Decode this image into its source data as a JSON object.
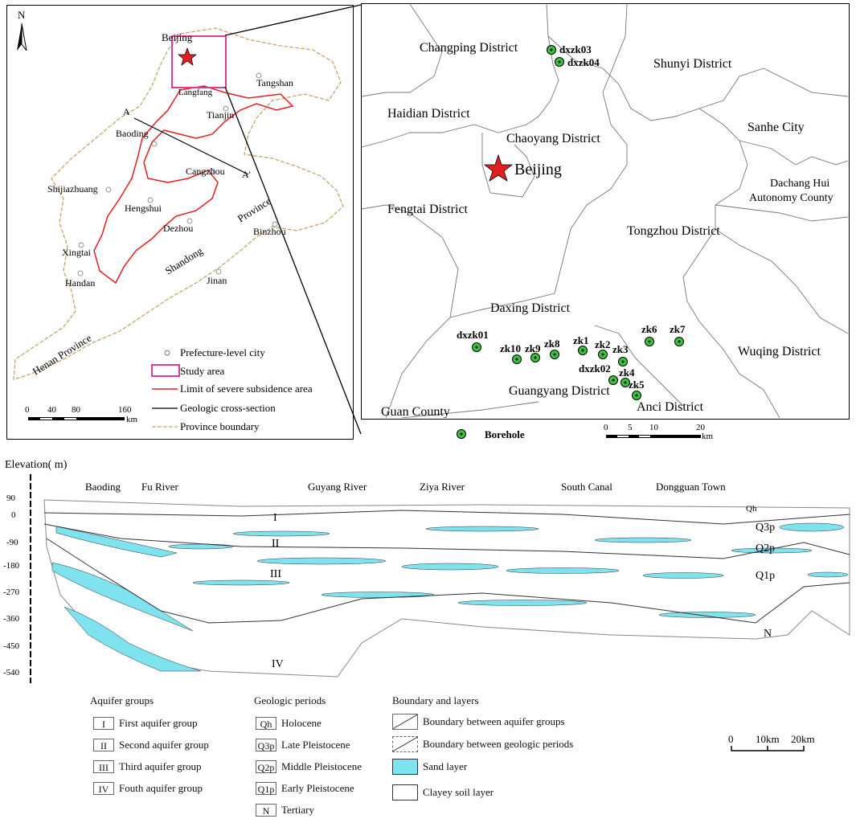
{
  "north": "N",
  "left_map": {
    "cities": [
      "Beijing",
      "Langfang",
      "Tangshan",
      "Tianjin",
      "Baoding",
      "Cangzhou",
      "Shijiazhuang",
      "Hengshui",
      "Dezhou",
      "Binzhou",
      "Xingtai",
      "Handan",
      "Jinan"
    ],
    "section_a": "A",
    "section_a_prime": "A'",
    "provinces": [
      "Province",
      "Shandong",
      "Henan   Province"
    ],
    "legend": {
      "city": "Prefecture-level city",
      "study": "Study area",
      "subsidence": "Limit of severe subsidence area",
      "section": "Geologic cross-section",
      "province": "Province boundary"
    },
    "scale": {
      "ticks": [
        "0",
        "40",
        "80",
        "160"
      ],
      "unit": "km"
    }
  },
  "right_map": {
    "districts": [
      "Changping District",
      "Shunyi District",
      "Haidian District",
      "Chaoyang District",
      "Sanhe City",
      "Dachang Hui",
      "Autonomy County",
      "Fengtai District",
      "Tongzhou District",
      "Daxing District",
      "Wuqing District",
      "Guangyang District",
      "Anci District",
      "Guan County"
    ],
    "beijing": "Beijing",
    "boreholes": [
      "dxzk03",
      "dxzk04",
      "dxzk01",
      "zk10",
      "zk9",
      "zk8",
      "zk1",
      "zk2",
      "zk3",
      "zk6",
      "zk7",
      "dxzk02",
      "zk4",
      "zk5"
    ],
    "scale": {
      "ticks": [
        "0",
        "5",
        "10",
        "20"
      ],
      "unit": "km"
    },
    "borehole_legend": "Borehole"
  },
  "section": {
    "ylabel": "Elevation( m)",
    "yticks": [
      "90",
      "0",
      "-90",
      "-180",
      "-270",
      "-360",
      "-450",
      "-540"
    ],
    "places": [
      "Baoding",
      "Fu  River",
      "Guyang  River",
      "Ziya  River",
      "South  Canal",
      "Dongguan Town"
    ],
    "aquifer_marks": [
      "I",
      "II",
      "III",
      "IV"
    ],
    "period_marks": [
      "Qh",
      "Q3p",
      "Q2p",
      "Q1p",
      "N"
    ]
  },
  "legend": {
    "aquifer_title": "Aquifer groups",
    "aquifers": [
      {
        "sym": "I",
        "label": "First aquifer group"
      },
      {
        "sym": "II",
        "label": "Second aquifer group"
      },
      {
        "sym": "III",
        "label": "Third aquifer group"
      },
      {
        "sym": "IV",
        "label": "Fouth aquifer group"
      }
    ],
    "period_title": "Geologic periods",
    "periods": [
      {
        "sym": "Qh",
        "label": "Holocene"
      },
      {
        "sym": "Q3p",
        "label": "Late Pleistocene"
      },
      {
        "sym": "Q2p",
        "label": "Middle Pleistocene"
      },
      {
        "sym": "Q1p",
        "label": "Early Pleistocene"
      },
      {
        "sym": "N",
        "label": "Tertiary"
      }
    ],
    "boundary_title": "Boundary and layers",
    "boundaries": [
      "Boundary between aquifer groups",
      "Boundary between geologic periods",
      "Sand layer",
      "Clayey soil layer"
    ],
    "scale": {
      "ticks": [
        "0",
        "10km",
        "20km"
      ]
    }
  },
  "colors": {
    "sand": "#7fe3ef",
    "subsidence": "#e02020",
    "study": "#e0399c",
    "borehole": "#39c43a",
    "star": "#e02020",
    "province": "#c9a56a"
  }
}
